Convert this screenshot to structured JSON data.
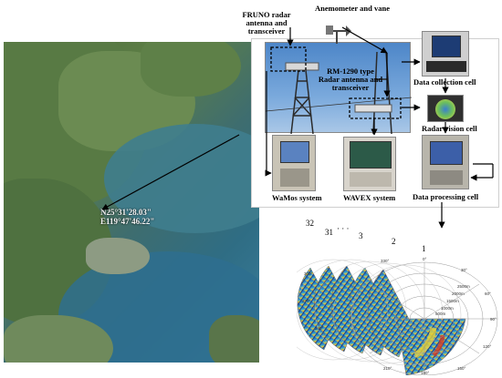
{
  "map": {
    "coord_lat": "N25°31'28.03\"",
    "coord_lon": "E119°47'46.22\""
  },
  "diagram": {
    "anemometer": "Anemometer and vane",
    "fruno_line1": "FRUNO radar",
    "fruno_line2": "antenna and",
    "fruno_line3": "transceiver",
    "rm_line1": "RM-1290 type",
    "rm_line2": "Radar antenna and",
    "rm_line3": "transceiver",
    "data_collection": "Data collection cell",
    "radar_vision": "Radar vision cell",
    "data_processing": "Data processing cell",
    "wamos": "WaMos system",
    "wavex": "WAVEX system"
  },
  "radar_plot": {
    "frame_numbers": [
      "32",
      "31",
      "3",
      "2",
      "1"
    ],
    "dots": "· · ·",
    "range_labels": [
      "2500m",
      "2000m",
      "1500m",
      "1000m",
      "500m"
    ],
    "angle_labels": [
      "0°",
      "30°",
      "60°",
      "90°",
      "120°",
      "150°",
      "180°",
      "210°",
      "240°",
      "270°",
      "300°",
      "330°"
    ]
  }
}
